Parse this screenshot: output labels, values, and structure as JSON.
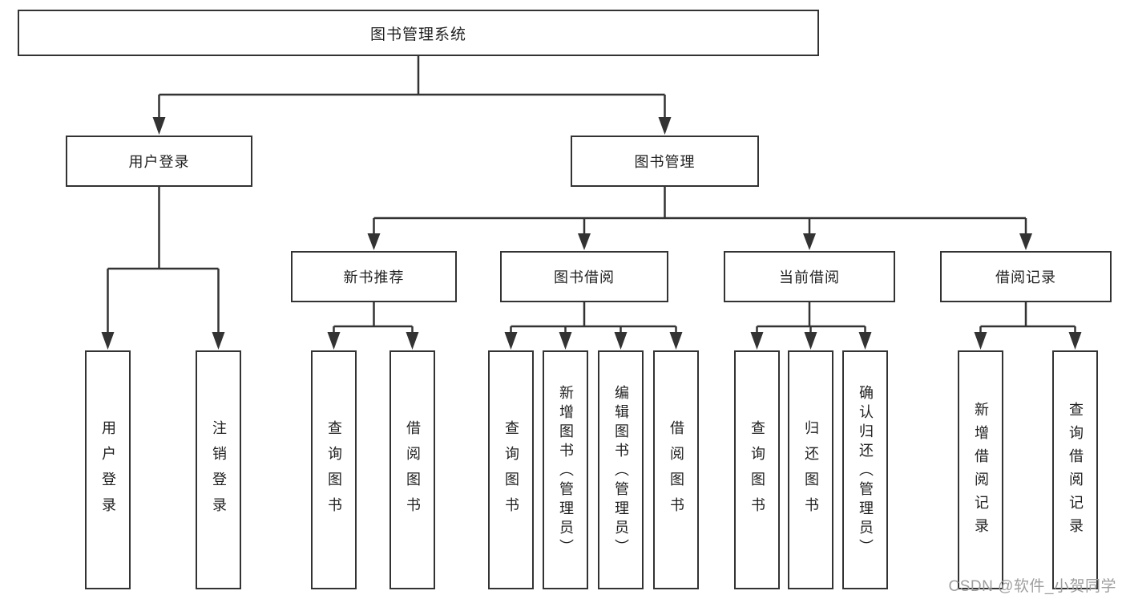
{
  "diagram": {
    "watermark": "CSDN @软件_小贺同学",
    "colors": {
      "line": "#333333",
      "text": "#1f1f1f",
      "watermark": "#9e9e9e",
      "background": "#ffffff"
    },
    "nodes": {
      "root": {
        "label": "图书管理系统"
      },
      "user_login": {
        "label": "用户登录"
      },
      "book_mgmt": {
        "label": "图书管理"
      },
      "new_book_rec": {
        "label": "新书推荐"
      },
      "book_borrow": {
        "label": "图书借阅"
      },
      "current_borrow": {
        "label": "当前借阅"
      },
      "borrow_record": {
        "label": "借阅记录"
      },
      "leaf_user_login": {
        "label": "用户登录"
      },
      "leaf_logout": {
        "label": "注销登录"
      },
      "leaf_query_book_rec": {
        "label": "查询图书"
      },
      "leaf_borrow_book_rec": {
        "label": "借阅图书"
      },
      "leaf_query_book_borrow": {
        "label": "查询图书"
      },
      "leaf_add_book": {
        "label": "新增图书（管理员）"
      },
      "leaf_edit_book": {
        "label": "编辑图书（管理员）"
      },
      "leaf_borrow_book": {
        "label": "借阅图书"
      },
      "leaf_query_book_current": {
        "label": "查询图书"
      },
      "leaf_return_book": {
        "label": "归还图书"
      },
      "leaf_confirm_return": {
        "label": "确认归还（管理员）"
      },
      "leaf_add_borrow_record": {
        "label": "新增借阅记录"
      },
      "leaf_query_borrow_record": {
        "label": "查询借阅记录"
      }
    },
    "structure": {
      "root_children": [
        "用户登录",
        "图书管理"
      ],
      "user_login_children": [
        "用户登录",
        "注销登录"
      ],
      "book_mgmt_children": [
        "新书推荐",
        "图书借阅",
        "当前借阅",
        "借阅记录"
      ],
      "new_book_rec_children": [
        "查询图书",
        "借阅图书"
      ],
      "book_borrow_children": [
        "查询图书",
        "新增图书（管理员）",
        "编辑图书（管理员）",
        "借阅图书"
      ],
      "current_borrow_children": [
        "查询图书",
        "归还图书",
        "确认归还（管理员）"
      ],
      "borrow_record_children": [
        "新增借阅记录",
        "查询借阅记录"
      ]
    }
  }
}
